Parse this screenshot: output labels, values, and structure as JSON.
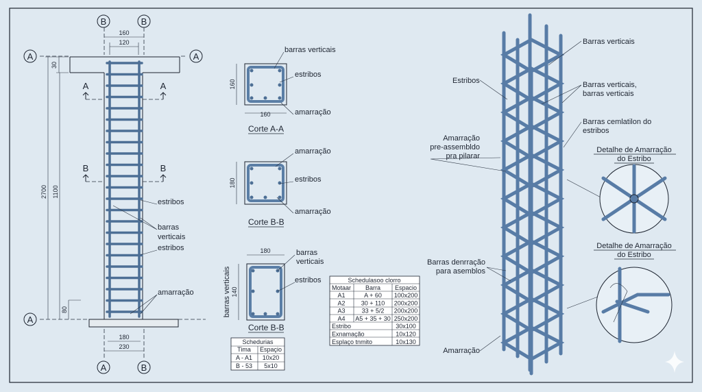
{
  "elevation": {
    "balloons_top": [
      "B",
      "B"
    ],
    "balloons_side": [
      "A",
      "A"
    ],
    "balloon_bottom_left": "A",
    "balloons_bottom": [
      "A",
      "B"
    ],
    "dims": {
      "top_outer": "160",
      "top_inner": "120",
      "slab": "30",
      "total": "2700",
      "column": "1100",
      "base": "80",
      "bottom_inner": "180",
      "bottom_outer": "230"
    },
    "cut_marks": [
      "A",
      "A",
      "B",
      "B"
    ],
    "labels": {
      "estribos_1": "estribos",
      "barras_1": "barras",
      "barras_2": "verticais",
      "estribos_2": "estribos",
      "amarracao": "amarração"
    }
  },
  "section_aa": {
    "title": "Corte A-A",
    "dim_side": "160",
    "dim_bottom": "160",
    "labels": [
      "barras verticais",
      "estribos",
      "amarração"
    ]
  },
  "section_bb": {
    "title": "Corte B-B",
    "dim_side": "180",
    "labels": [
      "amarração",
      "estribos",
      "amarração"
    ]
  },
  "section_bb2": {
    "title": "Corte B-B",
    "dim_top": "180",
    "dim_side": "140",
    "side_label": "barras verticais",
    "labels": [
      "barras",
      "verticais",
      "estribos"
    ]
  },
  "small_table": {
    "title": "Schedurias",
    "headers": [
      "Tima",
      "Espaçio"
    ],
    "rows": [
      [
        "A - A1",
        "10x20"
      ],
      [
        "B - 53",
        "5x10"
      ]
    ]
  },
  "big_table": {
    "title": "Schedulasoo clorro",
    "headers": [
      "Motaar",
      "Barra",
      "Espacio"
    ],
    "rows": [
      [
        "A1",
        "A + 60",
        "100x200"
      ],
      [
        "A2",
        "30 + 110",
        "200x200"
      ],
      [
        "A3",
        "33 + 5/2",
        "200x200"
      ],
      [
        "A4",
        "A5 + 35 + 30",
        "250x200"
      ]
    ],
    "footer_rows": [
      [
        "Estribo",
        "30x100"
      ],
      [
        "Exnamação",
        "10x120"
      ],
      [
        "Esplaço tnmito",
        "10x130"
      ]
    ]
  },
  "cage": {
    "labels": {
      "barras_verticais": "Barras verticais",
      "estribos": "Estribos",
      "barras_verticais_2a": "Barras verticais,",
      "barras_verticais_2b": "barras verticais",
      "cemlatilon_a": "Barras cemlatilon do",
      "cemlatilon_b": "estribos",
      "pre_a": "Amarração",
      "pre_b": "pre-assembldo",
      "pre_c": "pra pilarar",
      "denr_a": "Barras denrração",
      "denr_b": "para asemblos",
      "amarracao": "Amarração"
    },
    "detail1": [
      "Detalhe de Amarração",
      "do Estribo"
    ],
    "detail2": [
      "Detalhe de Amarração",
      "do Estribo"
    ]
  },
  "colors": {
    "background": "#dfe9f1",
    "rebar": "#587ca6",
    "line": "#1d2430"
  }
}
